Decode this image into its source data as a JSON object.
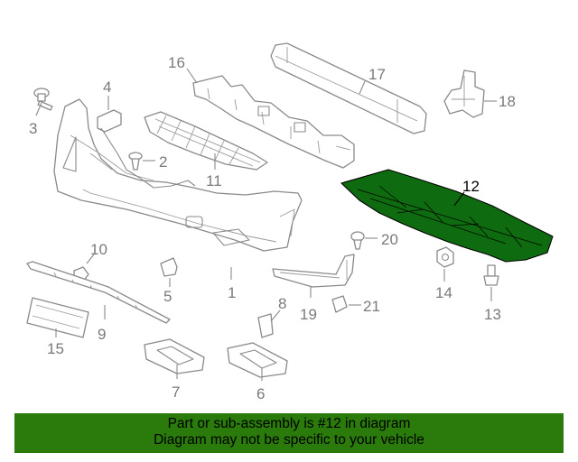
{
  "callouts": {
    "c1": "1",
    "c2": "2",
    "c3": "3",
    "c4": "4",
    "c5": "5",
    "c6": "6",
    "c7": "7",
    "c8": "8",
    "c9": "9",
    "c10": "10",
    "c11": "11",
    "c12": "12",
    "c13": "13",
    "c14": "14",
    "c15": "15",
    "c16": "16",
    "c17": "17",
    "c18": "18",
    "c19": "19",
    "c20": "20",
    "c21": "21"
  },
  "highlighted_part": "12",
  "colors": {
    "highlight": "#0f6b0f",
    "banner": "#2a7a0c",
    "linework": "#8a8a8a"
  },
  "banner": {
    "line1": "Part or sub-assembly is #12 in diagram",
    "line2": "Diagram may not be specific to your vehicle"
  }
}
